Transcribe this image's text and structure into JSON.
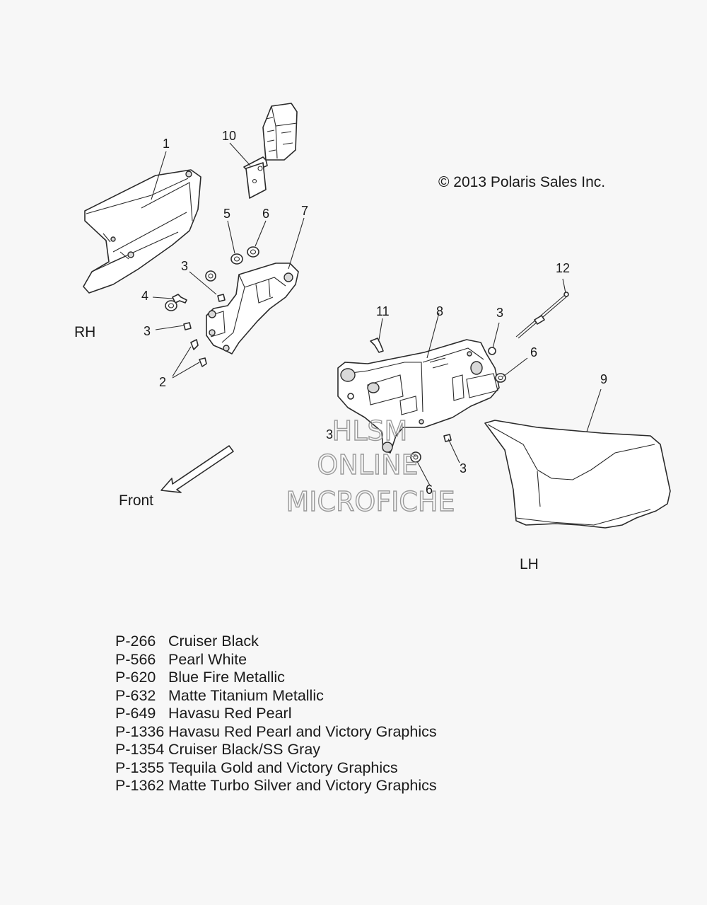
{
  "copyright": "© 2013 Polaris Sales Inc.",
  "side_labels": {
    "rh": "RH",
    "lh": "LH",
    "front": "Front"
  },
  "watermark": [
    "HLSM",
    "ONLINE",
    "MICROFICHE"
  ],
  "callouts": {
    "c1": "1",
    "c2": "2",
    "c3a": "3",
    "c3b": "3",
    "c3c": "3",
    "c3d": "3",
    "c3e": "3",
    "c4": "4",
    "c5": "5",
    "c6a": "6",
    "c6b": "6",
    "c6c": "6",
    "c7": "7",
    "c8": "8",
    "c9": "9",
    "c10": "10",
    "c11": "11",
    "c12": "12"
  },
  "paint_codes": [
    {
      "code": "P-266",
      "name": "Cruiser Black"
    },
    {
      "code": "P-566",
      "name": "Pearl White"
    },
    {
      "code": "P-620",
      "name": "Blue Fire Metallic"
    },
    {
      "code": "P-632",
      "name": "Matte Titanium Metallic"
    },
    {
      "code": "P-649",
      "name": "Havasu Red Pearl"
    },
    {
      "code": "P-1336",
      "name": "Havasu Red Pearl and Victory Graphics"
    },
    {
      "code": "P-1354",
      "name": "Cruiser Black/SS Gray"
    },
    {
      "code": "P-1355",
      "name": "Tequila Gold and Victory Graphics"
    },
    {
      "code": "P-1362",
      "name": "Matte Turbo Silver and Victory Graphics"
    }
  ]
}
